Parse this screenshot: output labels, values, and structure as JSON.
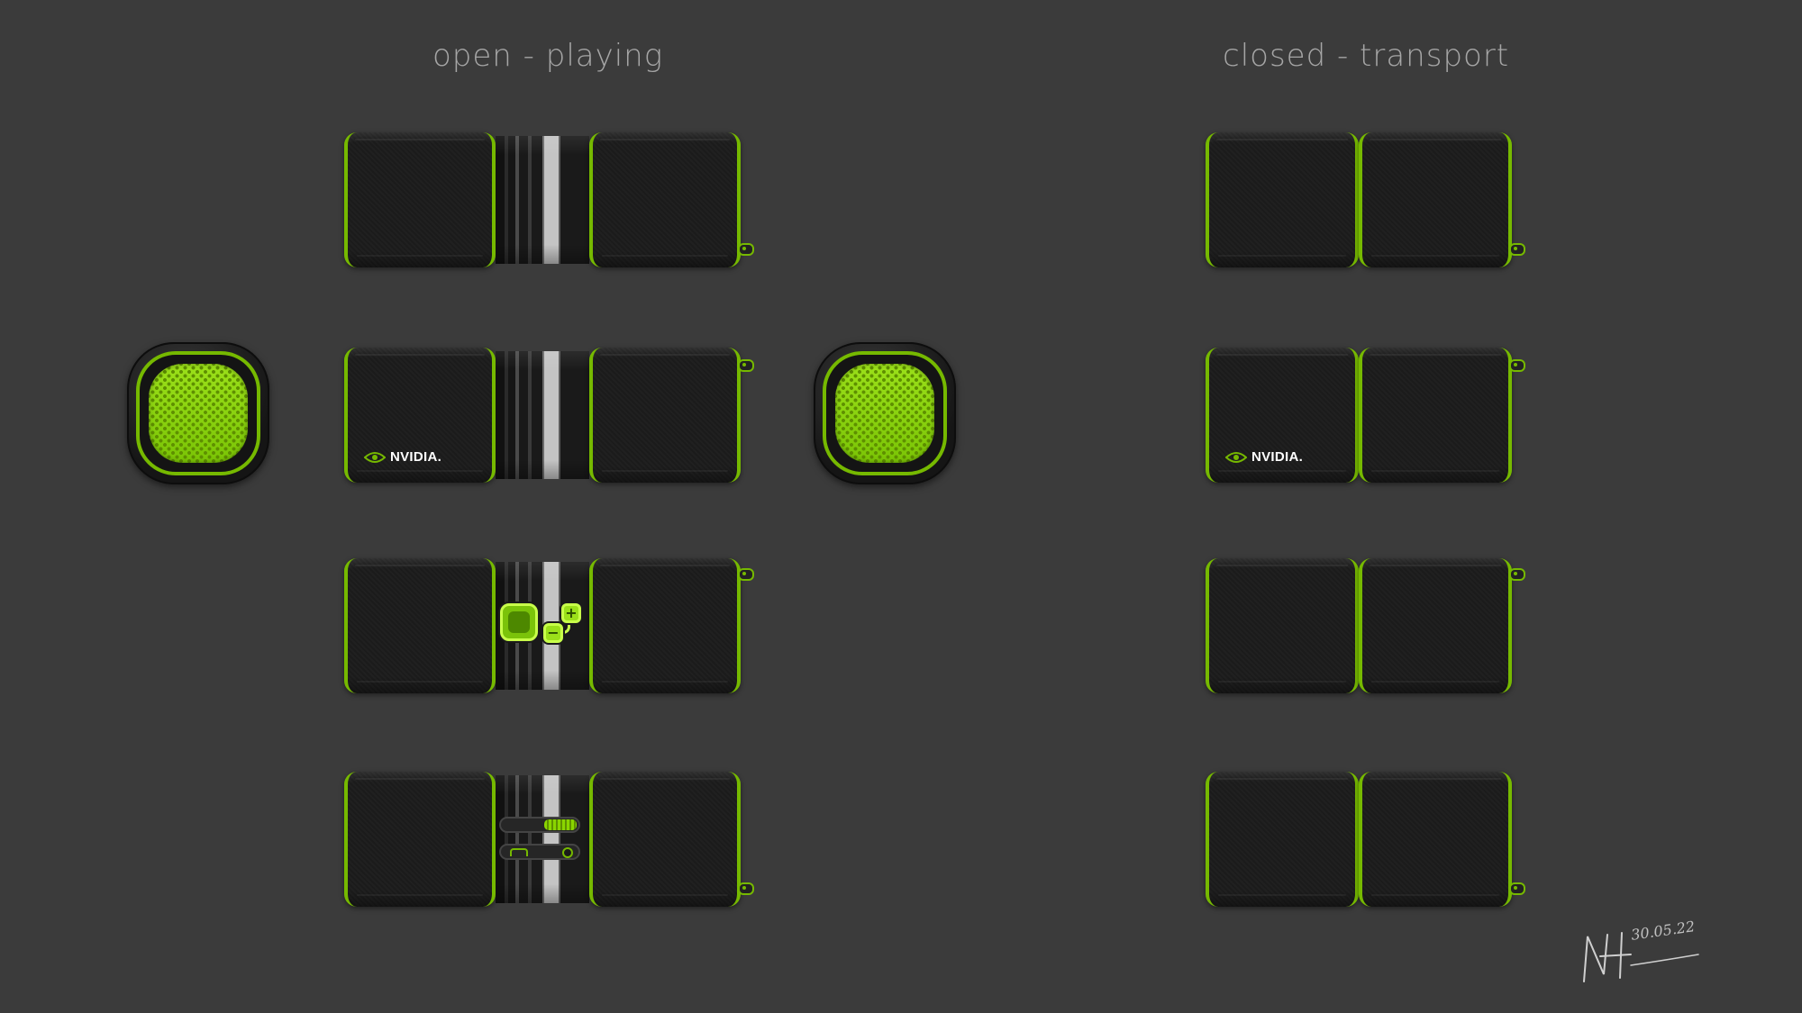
{
  "titles": {
    "open": "open - playing",
    "closed": "closed - transport"
  },
  "brand": {
    "logo_text": "NVIDIA.",
    "accent_color": "#76b900",
    "grille_color": "#9be01a",
    "background_color": "#3b3b3b",
    "body_color": "#1e1e1e"
  },
  "signature": {
    "date": "30.05.22"
  },
  "controls": {
    "plus": "+",
    "minus": "−"
  }
}
